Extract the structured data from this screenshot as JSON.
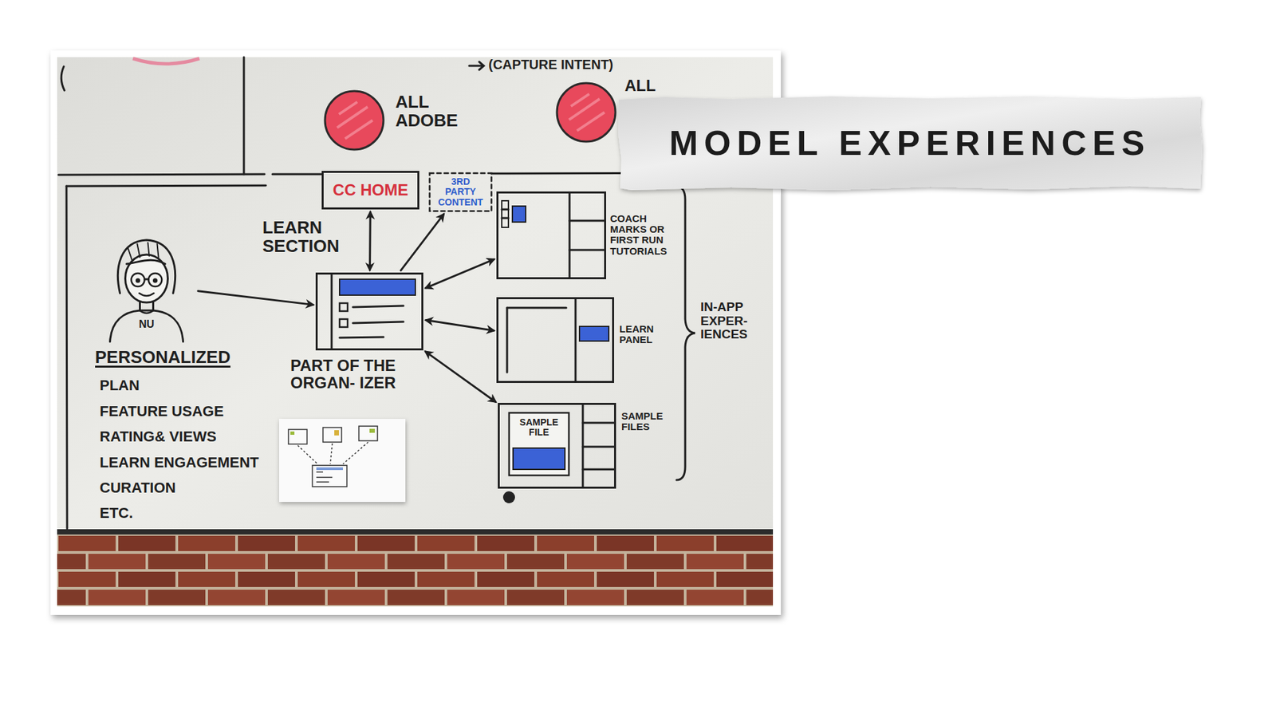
{
  "diagram": {
    "title": "MODEL EXPERIENCES",
    "nodes": [
      {
        "text": [
          "ALL ADOBE"
        ]
      },
      {
        "text": [
          "ALL"
        ]
      },
      {
        "text": [
          "CC HOME"
        ]
      },
      {
        "text": [
          "3RD PARTY CONTENT"
        ]
      },
      {
        "text": [
          "COACH MARKS OR FIRST RUN TUTORIALS"
        ]
      },
      {
        "text": [
          "NU"
        ]
      },
      {
        "text": [
          "LEARN SECTION",
          "PART OF THE ORGAN- IZER"
        ]
      },
      {
        "text": [
          "LEARN PANEL"
        ]
      },
      {
        "text": [
          "SAMPLE FILES"
        ]
      },
      {
        "text": [
          "SAMPLE FILE"
        ],
        "in": 8
      }
    ],
    "edges": [
      {
        "from": 5,
        "to": 6,
        "arrow": "to"
      },
      {
        "from": 6,
        "to": 2,
        "arrow": "both"
      },
      {
        "from": 6,
        "to": 3,
        "arrow": "to"
      },
      {
        "from": 6,
        "to": 4,
        "arrow": "both"
      },
      {
        "from": 6,
        "to": 7,
        "arrow": "both"
      },
      {
        "from": 6,
        "to": 8,
        "arrow": "both"
      }
    ],
    "labels": [
      "(CAPTURE INTENT)",
      "PERSONALIZED",
      "PLAN",
      "FEATURE USAGE",
      "RATING& VIEWS",
      "LEARN ENGAGEMENT",
      "CURATION",
      "ETC.",
      "IN-APP EXPER- IENCES"
    ]
  }
}
